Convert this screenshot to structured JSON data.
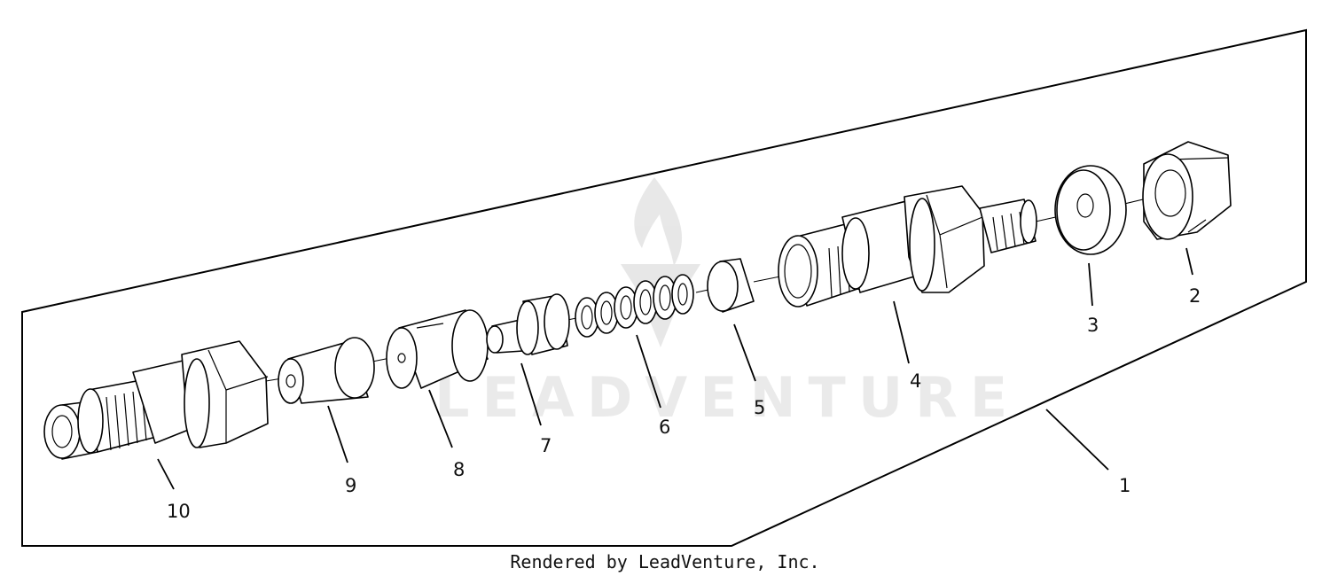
{
  "diagram": {
    "callouts": [
      "1",
      "2",
      "3",
      "4",
      "5",
      "6",
      "7",
      "8",
      "9",
      "10"
    ],
    "watermark": "LEADVENTURE",
    "credit": "Rendered by LeadVenture, Inc."
  }
}
